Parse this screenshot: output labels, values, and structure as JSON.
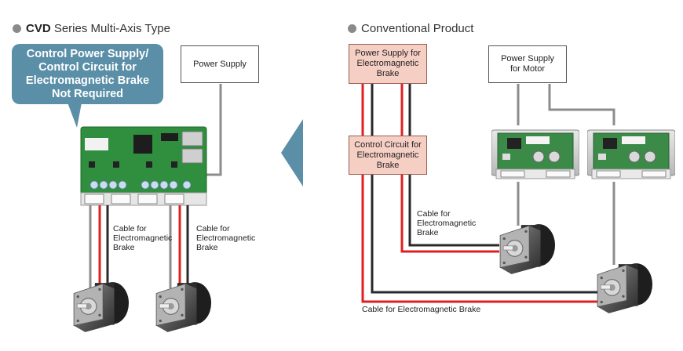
{
  "left_section": {
    "heading_bold": "CVD",
    "heading_rest": " Series Multi-Axis Type",
    "callout": "Control Power Supply/\nControl Circuit for\nElectromagnetic Brake\nNot Required",
    "power_supply": "Power Supply",
    "cable_label_1": "Cable for\nElectromagnetic\nBrake",
    "cable_label_2": "Cable for\nElectromagnetic\nBrake"
  },
  "right_section": {
    "heading": "Conventional Product",
    "brake_power_supply": "Power Supply for\nElectromagnetic\nBrake",
    "brake_control_circuit": "Control Circuit for\nElectromagnetic\nBrake",
    "motor_power_supply": "Power Supply\nfor Motor",
    "cable_label_upper": "Cable for\nElectromagnetic\nBrake",
    "cable_label_bottom": "Cable for Electromagnetic Brake"
  },
  "colors": {
    "callout": "#5b8fa8",
    "arrow": "#5b8fa8",
    "brake_wire": "#e0201f",
    "black_wire": "#2a2a2a",
    "grey_wire": "#8c8c8c",
    "pink_box": "#f6cfc4",
    "board": "#2f8f3e"
  }
}
